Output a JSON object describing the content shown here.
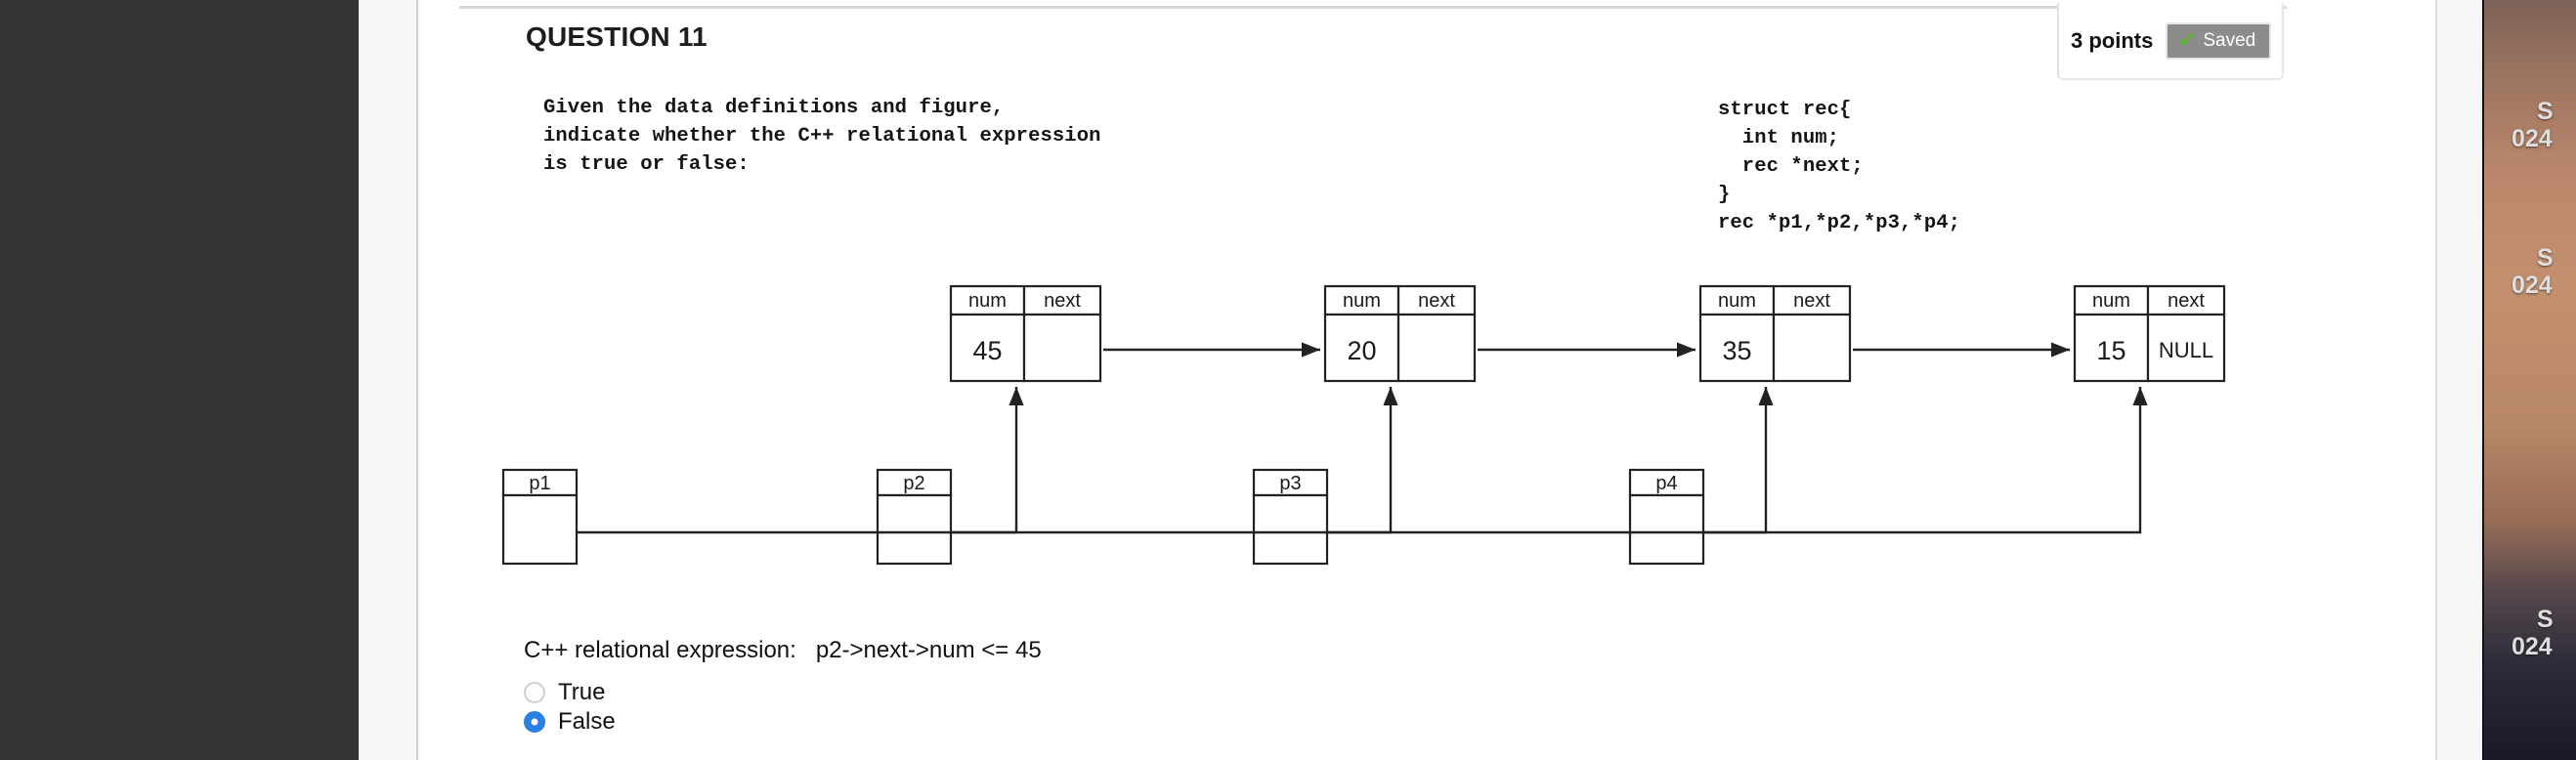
{
  "header": {
    "question_title": "QUESTION 11",
    "points": "3 points",
    "saved_label": "Saved",
    "check_icon": "green-check-icon"
  },
  "prompt": {
    "text": "Given the data definitions and figure,\nindicate whether the C++ relational expression\nis true or false:"
  },
  "code": {
    "struct_definition": "struct rec{\n  int num;\n  rec *next;\n}\nrec *p1,*p2,*p3,*p4;"
  },
  "diagram": {
    "field_headers": [
      "num",
      "next"
    ],
    "nodes": [
      {
        "num": "45",
        "next": ""
      },
      {
        "num": "20",
        "next": ""
      },
      {
        "num": "35",
        "next": ""
      },
      {
        "num": "15",
        "next": "NULL"
      }
    ],
    "pointers": [
      "p1",
      "p2",
      "p3",
      "p4"
    ]
  },
  "answer": {
    "expression_label": "C++ relational expression:",
    "expression": "p2->next->num <= 45",
    "options": [
      {
        "label": "True",
        "selected": false
      },
      {
        "label": "False",
        "selected": true
      }
    ]
  },
  "background": {
    "watermark_line1": "S",
    "watermark_line2": "024"
  },
  "colors": {
    "rail": "#333333",
    "accent_radio": "#2a7fe0",
    "saved_bg": "#8c8c8c",
    "check_green": "#5cb531",
    "diagram_stroke": "#222222"
  }
}
